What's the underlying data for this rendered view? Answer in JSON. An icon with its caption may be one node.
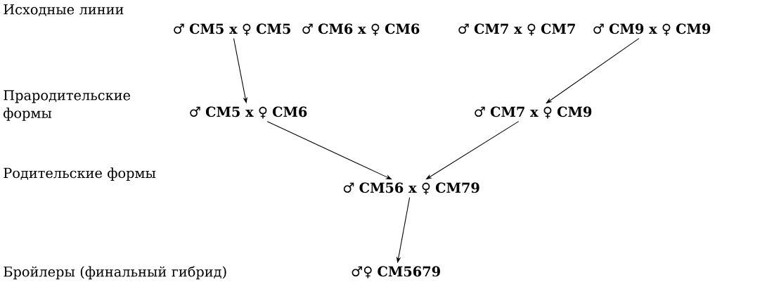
{
  "diagram": {
    "nodes": [
      {
        "text": [
          "♂ **СМ5 x** ♀ **СМ5**"
        ]
      },
      {
        "text": [
          "♂ **СМ6 x** ♀ **СМ6**"
        ]
      },
      {
        "text": [
          "♂ **СМ7 x** ♀ **СМ7**"
        ]
      },
      {
        "text": [
          "♂ **СМ9 x** ♀ **СМ9**"
        ]
      },
      {
        "text": [
          "♂ **СМ5 x** ♀ **СМ6**"
        ]
      },
      {
        "text": [
          "♂ **СМ7 x** ♀ **СМ9**"
        ]
      },
      {
        "text": [
          "♂ **СМ56 x** ♀ **СМ79**"
        ]
      },
      {
        "text": [
          "♂♀ **СМ5679**"
        ]
      }
    ],
    "edges": [
      {
        "from": 0,
        "to": 4,
        "arrow": "to"
      },
      {
        "from": 3,
        "to": 5,
        "arrow": "to"
      },
      {
        "from": 4,
        "to": 6,
        "arrow": "to"
      },
      {
        "from": 5,
        "to": 6,
        "arrow": "to"
      },
      {
        "from": 6,
        "to": 7,
        "arrow": "to"
      }
    ],
    "labels": [
      "Исходные линии",
      "Прародительские формы",
      "Родительские формы",
      "Бройлеры (финальный гибрид)"
    ]
  }
}
